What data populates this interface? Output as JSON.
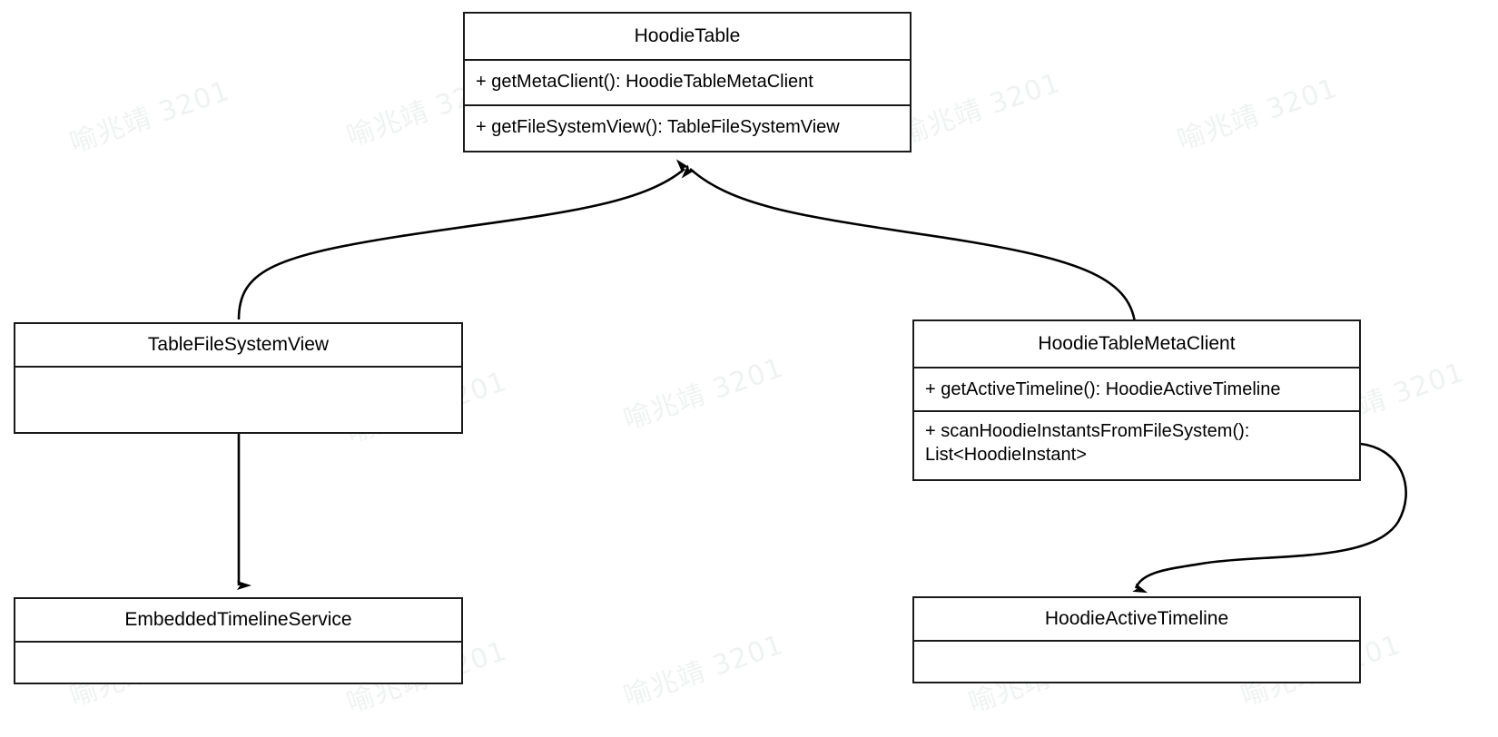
{
  "diagram": {
    "kind": "uml-class-diagram",
    "background_color": "#ffffff",
    "line_color": "#1a1a1a",
    "text_color": "#000000",
    "watermark": {
      "text": "喻兆靖 3201",
      "color": "#f0f2f2"
    },
    "classes": [
      {
        "id": "hoodie-table",
        "name": "HoodieTable",
        "members": [
          "+ getMetaClient(): HoodieTableMetaClient",
          "+ getFileSystemView(): TableFileSystemView"
        ]
      },
      {
        "id": "table-file-system-view",
        "name": "TableFileSystemView",
        "members": []
      },
      {
        "id": "hoodie-table-meta-client",
        "name": "HoodieTableMetaClient",
        "members": [
          "+ getActiveTimeline(): HoodieActiveTimeline",
          "+ scanHoodieInstantsFromFileSystem():\nList<HoodieInstant>"
        ]
      },
      {
        "id": "embedded-timeline-service",
        "name": "EmbeddedTimelineService",
        "members": []
      },
      {
        "id": "hoodie-active-timeline",
        "name": "HoodieActiveTimeline",
        "members": []
      }
    ],
    "edges": [
      {
        "id": "edge-tfsv-to-hoodietable",
        "from": "TableFileSystemView",
        "to": "HoodieTable",
        "style": "curved",
        "arrowhead": "filled-triangle"
      },
      {
        "id": "edge-metaclient-to-hoodietable",
        "from": "HoodieTableMetaClient",
        "to": "HoodieTable",
        "style": "curved",
        "arrowhead": "filled-triangle"
      },
      {
        "id": "edge-tfsv-to-embeddedtimelineservice",
        "from": "TableFileSystemView",
        "to": "EmbeddedTimelineService",
        "style": "straight",
        "arrowhead": "filled-triangle"
      },
      {
        "id": "edge-metaclient-to-activetimeline",
        "from": "HoodieTableMetaClient",
        "to": "HoodieActiveTimeline",
        "style": "curved-loop",
        "arrowhead": "filled-triangle"
      }
    ]
  }
}
